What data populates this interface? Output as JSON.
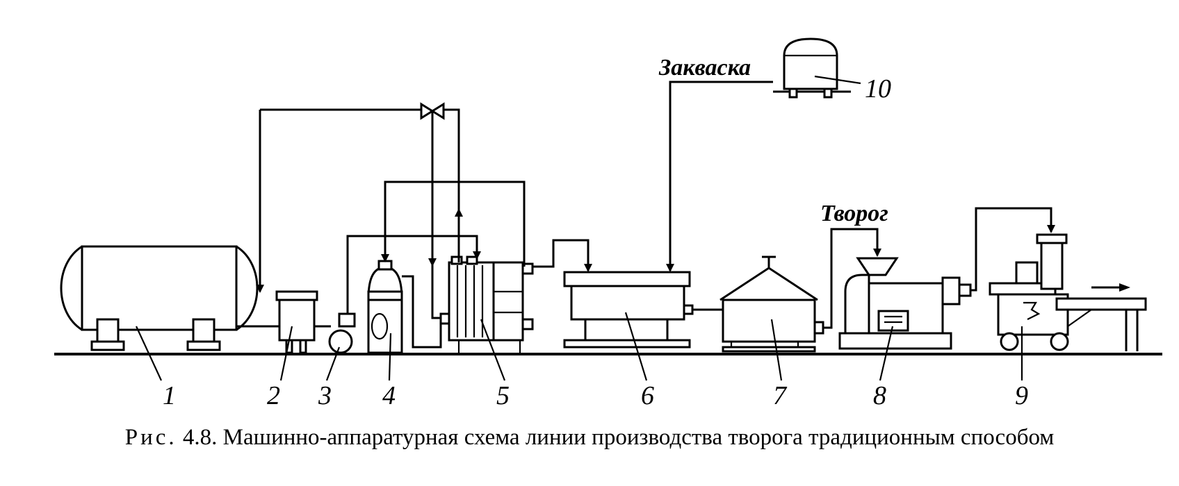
{
  "diagram": {
    "annotations": {
      "starter": "Закваска",
      "curd": "Творог"
    },
    "equipment_numbers": [
      "1",
      "2",
      "3",
      "4",
      "5",
      "6",
      "7",
      "8",
      "9",
      "10"
    ]
  },
  "caption": {
    "prefix": "Рис.",
    "text": "4.8. Машинно-аппаратурная схема линии производства творога традиционным способом"
  }
}
